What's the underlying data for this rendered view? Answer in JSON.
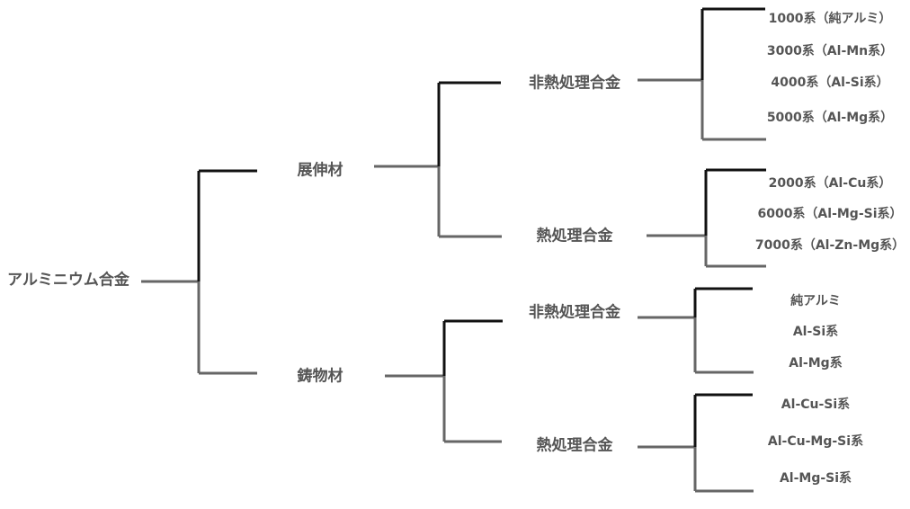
{
  "colors": {
    "line_dark": "#111111",
    "line_gray": "#666666",
    "text": "#555555"
  },
  "root": "アルミニウム合金",
  "level1": {
    "wrought": "展伸材",
    "cast": "鋳物材"
  },
  "level2": {
    "wrought_nonheat": "非熱処理合金",
    "wrought_heat": "熱処理合金",
    "cast_nonheat": "非熱処理合金",
    "cast_heat": "熱処理合金"
  },
  "level3": {
    "wrought_nonheat": [
      "1000系（純アルミ）",
      "3000系（Al-Mn系）",
      "4000系（Al-Si系）",
      "5000系（Al-Mg系）"
    ],
    "wrought_heat": [
      "2000系（Al-Cu系）",
      "6000系（Al-Mg-Si系）",
      "7000系（Al-Zn-Mg系）"
    ],
    "cast_nonheat": [
      "純アルミ",
      "Al-Si系",
      "Al-Mg系"
    ],
    "cast_heat": [
      "Al-Cu-Si系",
      "Al-Cu-Mg-Si系",
      "Al-Mg-Si系"
    ]
  }
}
